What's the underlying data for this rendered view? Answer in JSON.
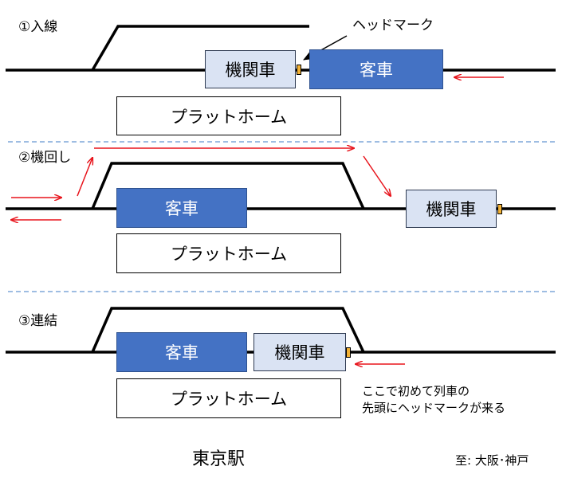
{
  "steps": {
    "step1": "①入線",
    "step2": "②機回し",
    "step3": "③連結"
  },
  "labels": {
    "headmark": "ヘッドマーク",
    "locomotive": "機関車",
    "passenger_car": "客車",
    "platform": "プラットホーム",
    "note_line1": "ここで初めて列車の",
    "note_line2": "先頭にヘッドマークが来る",
    "station": "東京駅",
    "destination": "至: 大阪･神戸"
  },
  "colors": {
    "track": "#000000",
    "arrow": "#e8141c",
    "divider": "#7fa7d9",
    "locomotive_fill": "#dae3f3",
    "car_fill": "#4472c4",
    "headmark": "#f2b134"
  }
}
